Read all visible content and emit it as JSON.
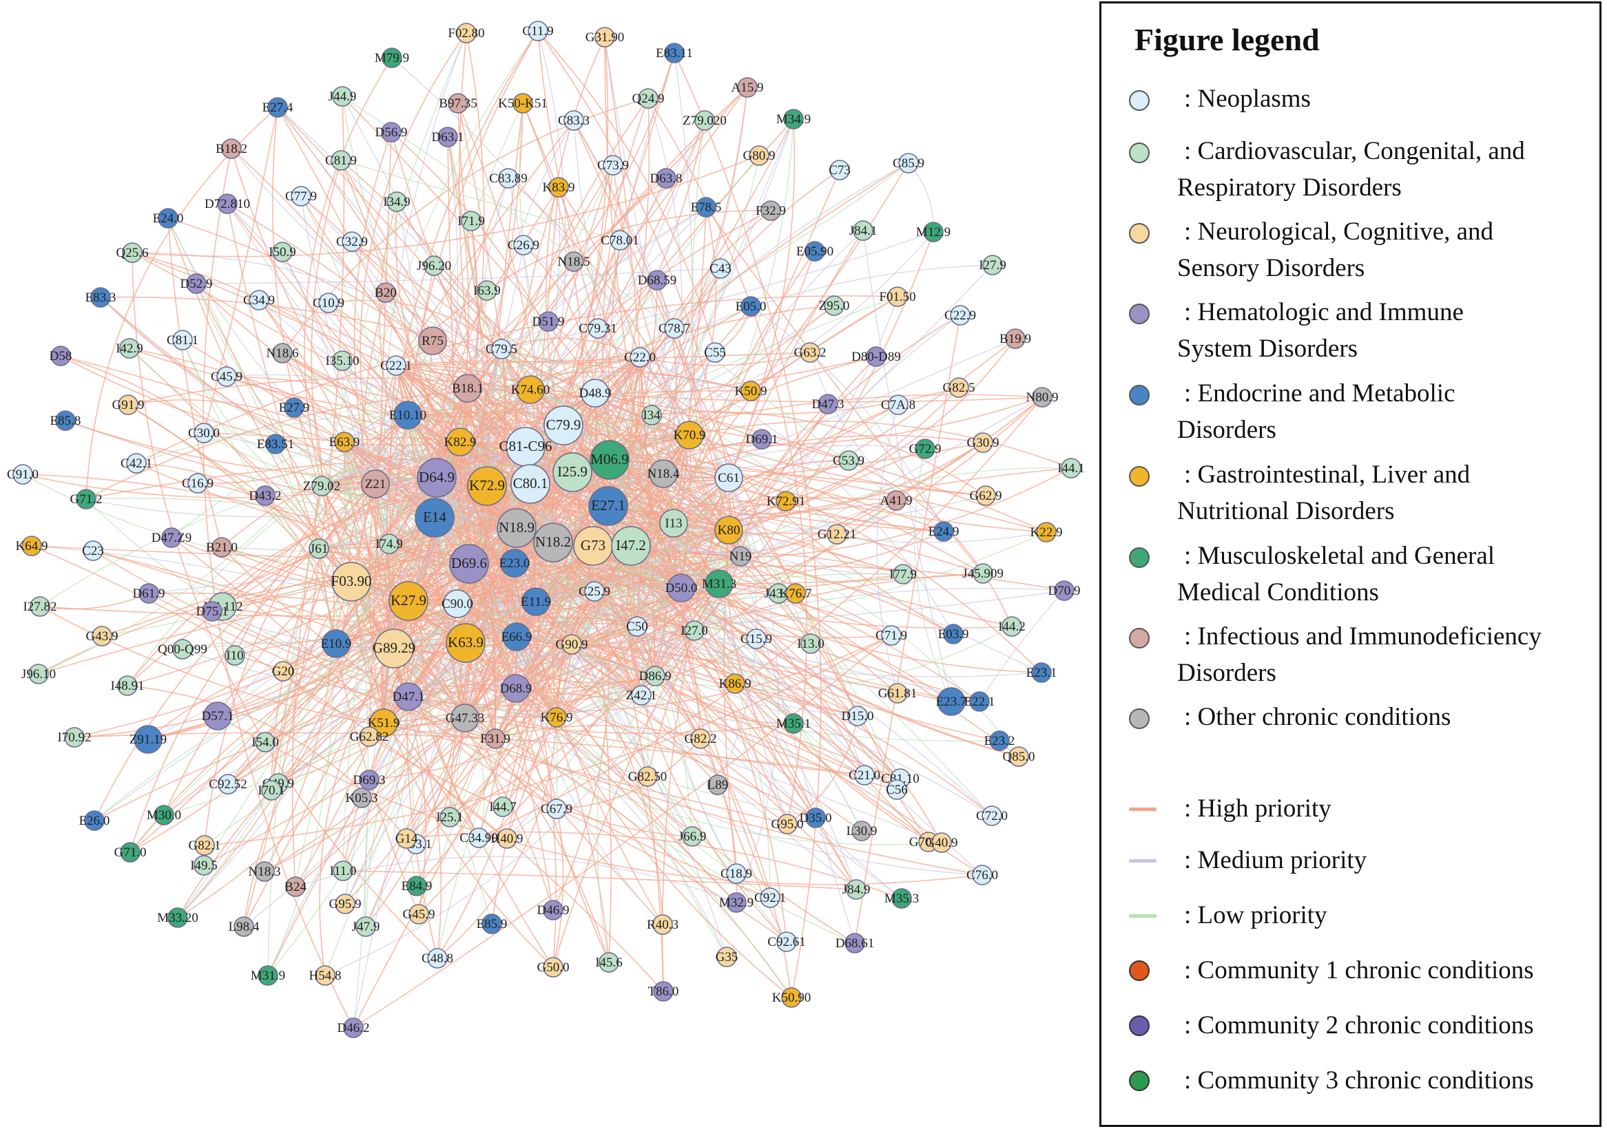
{
  "legend": {
    "title": "Figure legend",
    "categories": [
      {
        "key": "neo",
        "line1": ": Neoplasms",
        "line2": "",
        "color": "#d9eef8"
      },
      {
        "key": "card",
        "line1": ": Cardiovascular, Congenital, and",
        "line2": "Respiratory Disorders",
        "color": "#bde0c6"
      },
      {
        "key": "neur",
        "line1": ": Neurological, Cognitive, and",
        "line2": "Sensory Disorders",
        "color": "#f6d8a0"
      },
      {
        "key": "hema",
        "line1": ": Hematologic and Immune",
        "line2": "System Disorders",
        "color": "#9a92c6"
      },
      {
        "key": "endo",
        "line1": ": Endocrine and Metabolic",
        "line2": "Disorders",
        "color": "#4a84c4"
      },
      {
        "key": "gast",
        "line1": ": Gastrointestinal, Liver and",
        "line2": "Nutritional Disorders",
        "color": "#f0b52a"
      },
      {
        "key": "musc",
        "line1": ": Musculoskeletal and General",
        "line2": "Medical Conditions",
        "color": "#3da878"
      },
      {
        "key": "infe",
        "line1": ": Infectious and Immunodeficiency",
        "line2": "Disorders",
        "color": "#d4a9a4"
      },
      {
        "key": "other",
        "line1": ": Other chronic conditions",
        "line2": "",
        "color": "#b7b7b7"
      }
    ],
    "priorities": [
      {
        "key": "high",
        "label": ": High priority",
        "color": "#f5a58c"
      },
      {
        "key": "med",
        "label": ": Medium priority",
        "color": "#c9c6e3"
      },
      {
        "key": "low",
        "label": ": Low priority",
        "color": "#b8e0b0"
      }
    ],
    "communities": [
      {
        "label": ": Community 1 chronic conditions",
        "color": "#e2571e"
      },
      {
        "label": ": Community 2 chronic conditions",
        "color": "#6a5db0"
      },
      {
        "label": ": Community 3 chronic conditions",
        "color": "#2e9a4e"
      }
    ]
  },
  "network": {
    "nodes": [
      {
        "label": "F02.80",
        "cat": "neur"
      },
      {
        "label": "C11.9",
        "cat": "neo"
      },
      {
        "label": "G31.90",
        "cat": "neur"
      },
      {
        "label": "M79.9",
        "cat": "musc"
      },
      {
        "label": "E83.11",
        "cat": "endo"
      },
      {
        "label": "A15.9",
        "cat": "infe"
      },
      {
        "label": "J44.9",
        "cat": "card"
      },
      {
        "label": "B97.35",
        "cat": "infe"
      },
      {
        "label": "K50-K51",
        "cat": "gast"
      },
      {
        "label": "Q24.9",
        "cat": "card"
      },
      {
        "label": "E27.4",
        "cat": "endo"
      },
      {
        "label": "C83.3",
        "cat": "neo"
      },
      {
        "label": "Z79.020",
        "cat": "card"
      },
      {
        "label": "M34.9",
        "cat": "musc"
      },
      {
        "label": "D56.9",
        "cat": "hema"
      },
      {
        "label": "B18.2",
        "cat": "infe"
      },
      {
        "label": "C81.9",
        "cat": "card"
      },
      {
        "label": "D63.1",
        "cat": "hema"
      },
      {
        "label": "C73.9",
        "cat": "neo"
      },
      {
        "label": "G80.9",
        "cat": "neur"
      },
      {
        "label": "C73",
        "cat": "neo"
      },
      {
        "label": "C85.9",
        "cat": "neo"
      },
      {
        "label": "C77.9",
        "cat": "neo"
      },
      {
        "label": "C83.89",
        "cat": "neo"
      },
      {
        "label": "K83.9",
        "cat": "gast"
      },
      {
        "label": "D63.8",
        "cat": "hema"
      },
      {
        "label": "D72.810",
        "cat": "hema"
      },
      {
        "label": "I34.9",
        "cat": "card"
      },
      {
        "label": "E78.5",
        "cat": "endo"
      },
      {
        "label": "F32.9",
        "cat": "other"
      },
      {
        "label": "E24.0",
        "cat": "endo"
      },
      {
        "label": "I71.9",
        "cat": "card"
      },
      {
        "label": "J84.1",
        "cat": "card"
      },
      {
        "label": "M12.9",
        "cat": "musc"
      },
      {
        "label": "C32.9",
        "cat": "neo"
      },
      {
        "label": "C26.9",
        "cat": "neo"
      },
      {
        "label": "C78.01",
        "cat": "neo"
      },
      {
        "label": "Q25.6",
        "cat": "card"
      },
      {
        "label": "I50.9",
        "cat": "card"
      },
      {
        "label": "N18.5",
        "cat": "other"
      },
      {
        "label": "E05.90",
        "cat": "endo"
      },
      {
        "label": "J96.20",
        "cat": "card"
      },
      {
        "label": "I27.9",
        "cat": "card"
      },
      {
        "label": "D52.9",
        "cat": "hema"
      },
      {
        "label": "D68.59",
        "cat": "hema"
      },
      {
        "label": "C43",
        "cat": "neo"
      },
      {
        "label": "E83.3",
        "cat": "endo"
      },
      {
        "label": "C34.9",
        "cat": "neo"
      },
      {
        "label": "C10.9",
        "cat": "neo"
      },
      {
        "label": "B20",
        "cat": "infe"
      },
      {
        "label": "I63.9",
        "cat": "card"
      },
      {
        "label": "E05.0",
        "cat": "endo"
      },
      {
        "label": "Z95.0",
        "cat": "card"
      },
      {
        "label": "F01.50",
        "cat": "neur"
      },
      {
        "label": "C22.9",
        "cat": "neo"
      },
      {
        "label": "D51.9",
        "cat": "hema"
      },
      {
        "label": "C79.31",
        "cat": "neo"
      },
      {
        "label": "C78.7",
        "cat": "neo"
      },
      {
        "label": "B19.9",
        "cat": "infe"
      },
      {
        "label": "C81.1",
        "cat": "neo"
      },
      {
        "label": "R75",
        "cat": "infe"
      },
      {
        "label": "I42.9",
        "cat": "card"
      },
      {
        "label": "N18.6",
        "cat": "other"
      },
      {
        "label": "D58",
        "cat": "hema"
      },
      {
        "label": "I35.10",
        "cat": "card"
      },
      {
        "label": "C22.1",
        "cat": "neo"
      },
      {
        "label": "C79.5",
        "cat": "neo"
      },
      {
        "label": "C22.0",
        "cat": "neo"
      },
      {
        "label": "C55",
        "cat": "neo"
      },
      {
        "label": "G63.2",
        "cat": "neur"
      },
      {
        "label": "D80-D89",
        "cat": "hema"
      },
      {
        "label": "C45.9",
        "cat": "neo"
      },
      {
        "label": "B18.1",
        "cat": "infe"
      },
      {
        "label": "K74.60",
        "cat": "gast"
      },
      {
        "label": "D48.9",
        "cat": "neo"
      },
      {
        "label": "K50.9",
        "cat": "gast"
      },
      {
        "label": "D47.3",
        "cat": "hema"
      },
      {
        "label": "C7A.8",
        "cat": "neo"
      },
      {
        "label": "G82.5",
        "cat": "neur"
      },
      {
        "label": "N80.9",
        "cat": "other"
      },
      {
        "label": "G91.9",
        "cat": "neur"
      },
      {
        "label": "E27.9",
        "cat": "endo"
      },
      {
        "label": "E10.10",
        "cat": "endo"
      },
      {
        "label": "E85.8",
        "cat": "endo"
      },
      {
        "label": "C30.0",
        "cat": "neo"
      },
      {
        "label": "C79.9",
        "cat": "neo"
      },
      {
        "label": "I34",
        "cat": "card"
      },
      {
        "label": "E63.9",
        "cat": "gast"
      },
      {
        "label": "K82.9",
        "cat": "gast"
      },
      {
        "label": "K70.9",
        "cat": "gast"
      },
      {
        "label": "D69.1",
        "cat": "hema"
      },
      {
        "label": "E83.51",
        "cat": "endo"
      },
      {
        "label": "C81-C96",
        "cat": "neo"
      },
      {
        "label": "G72.9",
        "cat": "musc"
      },
      {
        "label": "G30.9",
        "cat": "neur"
      },
      {
        "label": "M06.9",
        "cat": "musc"
      },
      {
        "label": "C42.1",
        "cat": "neo"
      },
      {
        "label": "C53.9",
        "cat": "card"
      },
      {
        "label": "I44.1",
        "cat": "card"
      },
      {
        "label": "C91.0",
        "cat": "neo"
      },
      {
        "label": "D64.9",
        "cat": "hema"
      },
      {
        "label": "I25.9",
        "cat": "card"
      },
      {
        "label": "N18.4",
        "cat": "other"
      },
      {
        "label": "C16.9",
        "cat": "neo"
      },
      {
        "label": "Z21",
        "cat": "infe"
      },
      {
        "label": "K72.9",
        "cat": "gast"
      },
      {
        "label": "C80.1",
        "cat": "neo"
      },
      {
        "label": "C61",
        "cat": "neo"
      },
      {
        "label": "G71.2",
        "cat": "musc"
      },
      {
        "label": "D43.2",
        "cat": "hema"
      },
      {
        "label": "Z79.02",
        "cat": "card"
      },
      {
        "label": "E27.1",
        "cat": "endo"
      },
      {
        "label": "K72.91",
        "cat": "gast"
      },
      {
        "label": "A41.9",
        "cat": "infe"
      },
      {
        "label": "G62.9",
        "cat": "neur"
      },
      {
        "label": "E14",
        "cat": "endo"
      },
      {
        "label": "N18.9",
        "cat": "other"
      },
      {
        "label": "I13",
        "cat": "card"
      },
      {
        "label": "K80",
        "cat": "gast"
      },
      {
        "label": "K64.9",
        "cat": "gast"
      },
      {
        "label": "C23",
        "cat": "neo"
      },
      {
        "label": "D47.Z9",
        "cat": "hema"
      },
      {
        "label": "B21.0",
        "cat": "infe"
      },
      {
        "label": "I74.9",
        "cat": "card"
      },
      {
        "label": "J61",
        "cat": "card"
      },
      {
        "label": "N18.2",
        "cat": "other"
      },
      {
        "label": "G73",
        "cat": "neur"
      },
      {
        "label": "G12.21",
        "cat": "neur"
      },
      {
        "label": "E24.9",
        "cat": "endo"
      },
      {
        "label": "K22.9",
        "cat": "gast"
      },
      {
        "label": "D69.6",
        "cat": "hema"
      },
      {
        "label": "I47.2",
        "cat": "card"
      },
      {
        "label": "N19",
        "cat": "other"
      },
      {
        "label": "F03.90",
        "cat": "neur"
      },
      {
        "label": "E23.0",
        "cat": "endo"
      },
      {
        "label": "D50.0",
        "cat": "hema"
      },
      {
        "label": "M31.3",
        "cat": "musc"
      },
      {
        "label": "J43.9",
        "cat": "card"
      },
      {
        "label": "I77.9",
        "cat": "card"
      },
      {
        "label": "J45.909",
        "cat": "card"
      },
      {
        "label": "D70.9",
        "cat": "hema"
      },
      {
        "label": "I27.82",
        "cat": "card"
      },
      {
        "label": "D61.9",
        "cat": "hema"
      },
      {
        "label": "J84.112",
        "cat": "card"
      },
      {
        "label": "K27.9",
        "cat": "gast"
      },
      {
        "label": "K76.7",
        "cat": "gast"
      },
      {
        "label": "D75.1",
        "cat": "hema"
      },
      {
        "label": "C90.0",
        "cat": "neo"
      },
      {
        "label": "E11.9",
        "cat": "endo"
      },
      {
        "label": "C25.9",
        "cat": "neo"
      },
      {
        "label": "C50",
        "cat": "neo"
      },
      {
        "label": "I27.0",
        "cat": "card"
      },
      {
        "label": "C15.9",
        "cat": "neo"
      },
      {
        "label": "I13.0",
        "cat": "card"
      },
      {
        "label": "C71.9",
        "cat": "neo"
      },
      {
        "label": "E03.9",
        "cat": "endo"
      },
      {
        "label": "I44.2",
        "cat": "card"
      },
      {
        "label": "G43.9",
        "cat": "neur"
      },
      {
        "label": "Q00-Q99",
        "cat": "card"
      },
      {
        "label": "I10",
        "cat": "card"
      },
      {
        "label": "E10.9",
        "cat": "endo"
      },
      {
        "label": "G89.29",
        "cat": "neur"
      },
      {
        "label": "K63.9",
        "cat": "gast"
      },
      {
        "label": "E66.9",
        "cat": "endo"
      },
      {
        "label": "G90.9",
        "cat": "neur"
      },
      {
        "label": "E23.1",
        "cat": "endo"
      },
      {
        "label": "J96.10",
        "cat": "card"
      },
      {
        "label": "I48.91",
        "cat": "card"
      },
      {
        "label": "G20",
        "cat": "neur"
      },
      {
        "label": "D86.9",
        "cat": "card"
      },
      {
        "label": "K86.9",
        "cat": "gast"
      },
      {
        "label": "G61.81",
        "cat": "neur"
      },
      {
        "label": "D57.1",
        "cat": "hema"
      },
      {
        "label": "D47.1",
        "cat": "hema"
      },
      {
        "label": "D68.9",
        "cat": "hema"
      },
      {
        "label": "Z42.1",
        "cat": "neo"
      },
      {
        "label": "E23.7",
        "cat": "endo"
      },
      {
        "label": "K51.9",
        "cat": "gast"
      },
      {
        "label": "G47.33",
        "cat": "other"
      },
      {
        "label": "K76.9",
        "cat": "gast"
      },
      {
        "label": "M35.1",
        "cat": "musc"
      },
      {
        "label": "D15.0",
        "cat": "neo"
      },
      {
        "label": "E22.1",
        "cat": "endo"
      },
      {
        "label": "I70.92",
        "cat": "card"
      },
      {
        "label": "Z91.19",
        "cat": "endo"
      },
      {
        "label": "I54.0",
        "cat": "card"
      },
      {
        "label": "G62.82",
        "cat": "neur"
      },
      {
        "label": "F31.9",
        "cat": "infe"
      },
      {
        "label": "G82.2",
        "cat": "neur"
      },
      {
        "label": "E23.2",
        "cat": "endo"
      },
      {
        "label": "Q85.0",
        "cat": "neur"
      },
      {
        "label": "C92.52",
        "cat": "neo"
      },
      {
        "label": "C49.9",
        "cat": "card"
      },
      {
        "label": "K05.3",
        "cat": "other"
      },
      {
        "label": "G82.50",
        "cat": "neur"
      },
      {
        "label": "C81.10",
        "cat": "neo"
      },
      {
        "label": "C21.0",
        "cat": "neo"
      },
      {
        "label": "E26.0",
        "cat": "endo"
      },
      {
        "label": "M30.0",
        "cat": "musc"
      },
      {
        "label": "I70.1",
        "cat": "card"
      },
      {
        "label": "D69.3",
        "cat": "hema"
      },
      {
        "label": "L89",
        "cat": "other"
      },
      {
        "label": "C56",
        "cat": "neo"
      },
      {
        "label": "C72.0",
        "cat": "neo"
      },
      {
        "label": "I25.1",
        "cat": "card"
      },
      {
        "label": "I44.7",
        "cat": "card"
      },
      {
        "label": "C67.9",
        "cat": "neo"
      },
      {
        "label": "C93.1",
        "cat": "neo"
      },
      {
        "label": "H40.9",
        "cat": "neur"
      },
      {
        "label": "G95.0",
        "cat": "neur"
      },
      {
        "label": "L30.9",
        "cat": "other"
      },
      {
        "label": "G70.01",
        "cat": "neur"
      },
      {
        "label": "D35.0",
        "cat": "endo"
      },
      {
        "label": "G71.0",
        "cat": "musc"
      },
      {
        "label": "G82.1",
        "cat": "neur"
      },
      {
        "label": "G14",
        "cat": "neur"
      },
      {
        "label": "C34.90",
        "cat": "neo"
      },
      {
        "label": "J66.9",
        "cat": "card"
      },
      {
        "label": "G40.9",
        "cat": "neur"
      },
      {
        "label": "I49.5",
        "cat": "card"
      },
      {
        "label": "N18.3",
        "cat": "other"
      },
      {
        "label": "I11.0",
        "cat": "card"
      },
      {
        "label": "C18.9",
        "cat": "neo"
      },
      {
        "label": "J84.9",
        "cat": "card"
      },
      {
        "label": "C76.0",
        "cat": "neo"
      },
      {
        "label": "E84.9",
        "cat": "musc"
      },
      {
        "label": "B24",
        "cat": "infe"
      },
      {
        "label": "G95.9",
        "cat": "neur"
      },
      {
        "label": "G45.9",
        "cat": "neur"
      },
      {
        "label": "D46.9",
        "cat": "hema"
      },
      {
        "label": "M32.9",
        "cat": "hema"
      },
      {
        "label": "C92.1",
        "cat": "neo"
      },
      {
        "label": "M35.3",
        "cat": "musc"
      },
      {
        "label": "M33.20",
        "cat": "musc"
      },
      {
        "label": "L98.4",
        "cat": "other"
      },
      {
        "label": "J47.9",
        "cat": "card"
      },
      {
        "label": "E85.9",
        "cat": "endo"
      },
      {
        "label": "R40.3",
        "cat": "neur"
      },
      {
        "label": "C92.61",
        "cat": "neo"
      },
      {
        "label": "D68.61",
        "cat": "hema"
      },
      {
        "label": "C48.8",
        "cat": "neo"
      },
      {
        "label": "G35",
        "cat": "neur"
      },
      {
        "label": "M31.9",
        "cat": "musc"
      },
      {
        "label": "H54.8",
        "cat": "neur"
      },
      {
        "label": "G50.0",
        "cat": "neur"
      },
      {
        "label": "I45.6",
        "cat": "card"
      },
      {
        "label": "T86.0",
        "cat": "hema"
      },
      {
        "label": "K50.90",
        "cat": "gast"
      },
      {
        "label": "D46.2",
        "cat": "hema"
      }
    ]
  }
}
